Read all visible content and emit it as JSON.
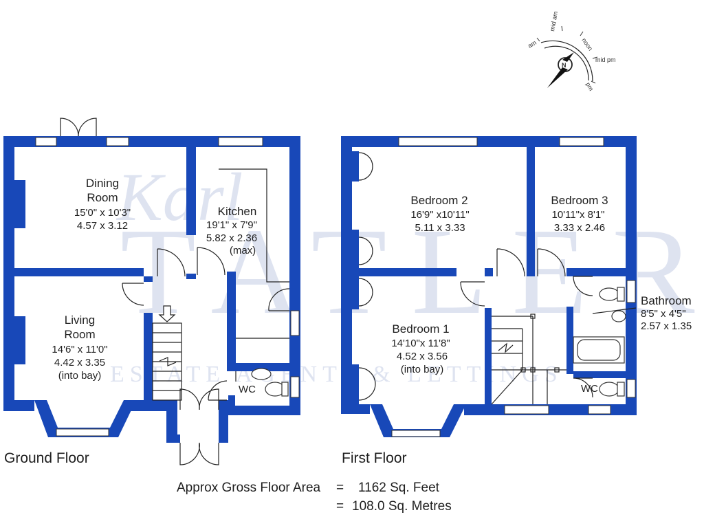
{
  "colors": {
    "wall": "#1848b8",
    "watermark": "#8b9ccc",
    "text": "#1f1f1f"
  },
  "watermark": {
    "script": "Karl",
    "main": "TATLER",
    "sub": "ESTATE AGENTS & LETTINGS"
  },
  "compass": {
    "north": "N",
    "labels": [
      "am",
      "mid am",
      "noon",
      "mid pm",
      "pm"
    ]
  },
  "ground_floor": {
    "label": "Ground Floor",
    "rooms": [
      {
        "name_lines": [
          "Dining",
          "Room"
        ],
        "dims_imperial": "15'0\" x 10'3\"",
        "dims_metric": "4.57 x 3.12",
        "note": ""
      },
      {
        "name_lines": [
          "Kitchen"
        ],
        "dims_imperial": "19'1\" x 7'9\"",
        "dims_metric": "5.82 x 2.36",
        "note": "(max)"
      },
      {
        "name_lines": [
          "Living",
          "Room"
        ],
        "dims_imperial": "14'6\" x 11'0\"",
        "dims_metric": "4.42 x 3.35",
        "note": "(into bay)"
      },
      {
        "name_lines": [
          "WC"
        ],
        "dims_imperial": "",
        "dims_metric": "",
        "note": ""
      }
    ]
  },
  "first_floor": {
    "label": "First Floor",
    "rooms": [
      {
        "name_lines": [
          "Bedroom 2"
        ],
        "dims_imperial": "16'9\" x10'11\"",
        "dims_metric": "5.11 x 3.33",
        "note": ""
      },
      {
        "name_lines": [
          "Bedroom 3"
        ],
        "dims_imperial": "10'11\"x 8'1\"",
        "dims_metric": "3.33 x 2.46",
        "note": ""
      },
      {
        "name_lines": [
          "Bedroom 1"
        ],
        "dims_imperial": "14'10\"x 11'8\"",
        "dims_metric": "4.52 x 3.56",
        "note": "(into bay)"
      },
      {
        "name_lines": [
          "Bathroom"
        ],
        "dims_imperial": "8'5\" x 4'5\"",
        "dims_metric": "2.57 x 1.35",
        "note": ""
      },
      {
        "name_lines": [
          "WC"
        ],
        "dims_imperial": "",
        "dims_metric": "",
        "note": ""
      }
    ]
  },
  "area": {
    "label": "Approx Gross Floor Area",
    "eq": "=",
    "sqft": "1162  Sq. Feet",
    "sqm": "108.0  Sq. Metres"
  }
}
